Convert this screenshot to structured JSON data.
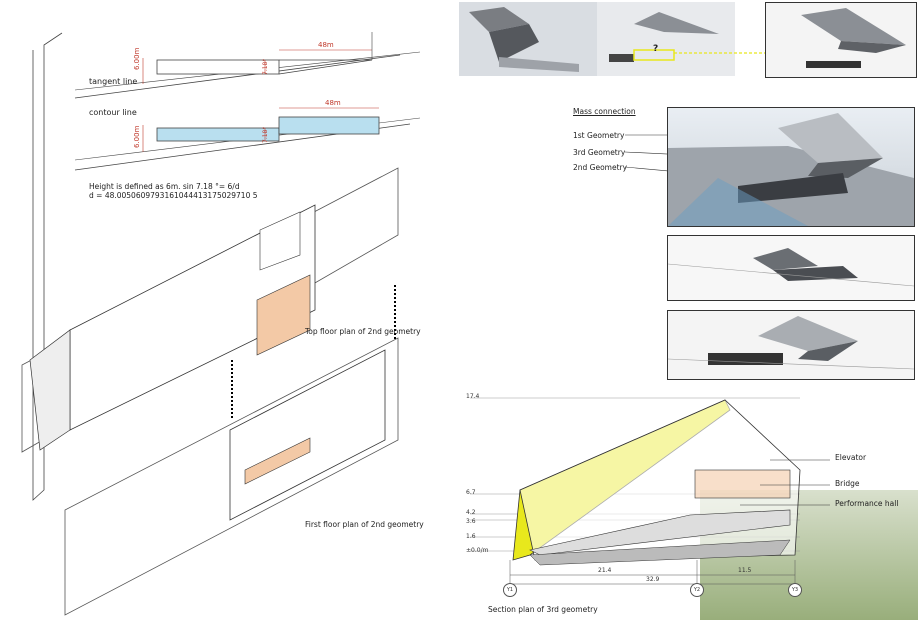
{
  "slope_diagram": {
    "tangent_label": "tangent line",
    "contour_label": "contour line",
    "dim_height_1": "6.00m",
    "dim_length_1": "48m",
    "dim_angle_1": "7.18°",
    "dim_height_2": "6.00m",
    "dim_length_2": "48m",
    "dim_angle_2": "7.18°",
    "formula_1": "Height is defined as 6m. sin 7.18 °= 6/d",
    "formula_2": "d = 48.0050609793161044413175029710 5"
  },
  "plans": {
    "top_floor_caption": "Top floor plan of 2nd geometry",
    "first_floor_caption": "First floor plan of 2nd geometry"
  },
  "mass_connection": {
    "title": "Mass connection",
    "items": [
      "1st Geometry",
      "3rd Geometry",
      "2nd Geometry"
    ],
    "question_mark": "?"
  },
  "section": {
    "caption": "Section plan of 3rd geometry",
    "levels": [
      "17.4",
      "6.7",
      "4.2",
      "3.6",
      "1.6",
      "±0.0/m"
    ],
    "labels": [
      "Elevator",
      "Bridge",
      "Performance hall"
    ],
    "dims": [
      "21.4",
      "32.9",
      "11.5"
    ],
    "grid_axes": [
      "Y1",
      "Y2",
      "Y3"
    ]
  },
  "colors": {
    "roof_yellow": "#e8e81c",
    "pool_blue": "#b9dfef",
    "accent_peach": "#f3c9a6",
    "dim_red": "#c0392b",
    "render_grey": "#c9ccd0",
    "tree_green": "#7f9a5a"
  }
}
